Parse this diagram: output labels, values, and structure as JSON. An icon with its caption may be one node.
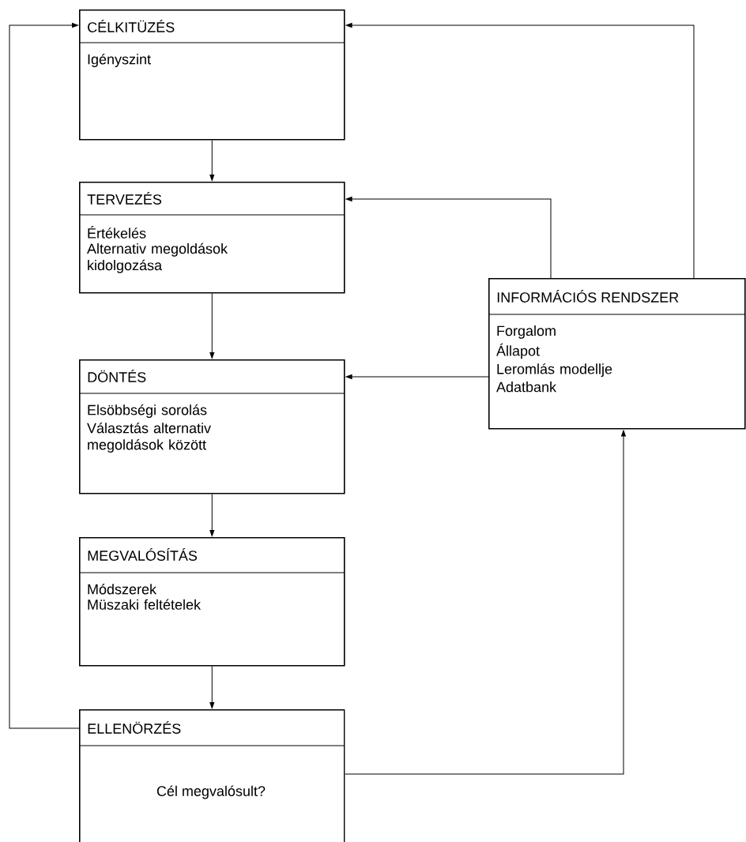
{
  "diagram": {
    "nodes": [
      {
        "text": [
          "CÉLKITÜZÉS",
          "Igényszint"
        ]
      },
      {
        "text": [
          "TERVEZÉS",
          "Értékelés",
          "Alternativ megoldások kidolgozása"
        ]
      },
      {
        "text": [
          "DÖNTÉS",
          "Elsöbbségi sorolás",
          "Választás alternativ megoldások között"
        ]
      },
      {
        "text": [
          "MEGVALÓSÍTÁS",
          "Módszerek",
          "Müszaki feltételek"
        ]
      },
      {
        "text": [
          "ELLENÖRZÉS",
          "Cél megvalósult?"
        ]
      },
      {
        "text": [
          "INFORMÁCIÓS RENDSZER",
          "Forgalom",
          "Állapot",
          "Leromlás modellje",
          "Adatbank"
        ]
      }
    ],
    "edges": [
      {
        "from": 0,
        "to": 1,
        "arrow": "to"
      },
      {
        "from": 1,
        "to": 2,
        "arrow": "to"
      },
      {
        "from": 2,
        "to": 3,
        "arrow": "to"
      },
      {
        "from": 3,
        "to": 4,
        "arrow": "to"
      },
      {
        "from": 4,
        "to": 0,
        "arrow": "to"
      },
      {
        "from": 5,
        "to": 0,
        "arrow": "to"
      },
      {
        "from": 5,
        "to": 1,
        "arrow": "to"
      },
      {
        "from": 5,
        "to": 2,
        "arrow": "to"
      },
      {
        "from": 4,
        "to": 5,
        "arrow": "to"
      }
    ]
  }
}
